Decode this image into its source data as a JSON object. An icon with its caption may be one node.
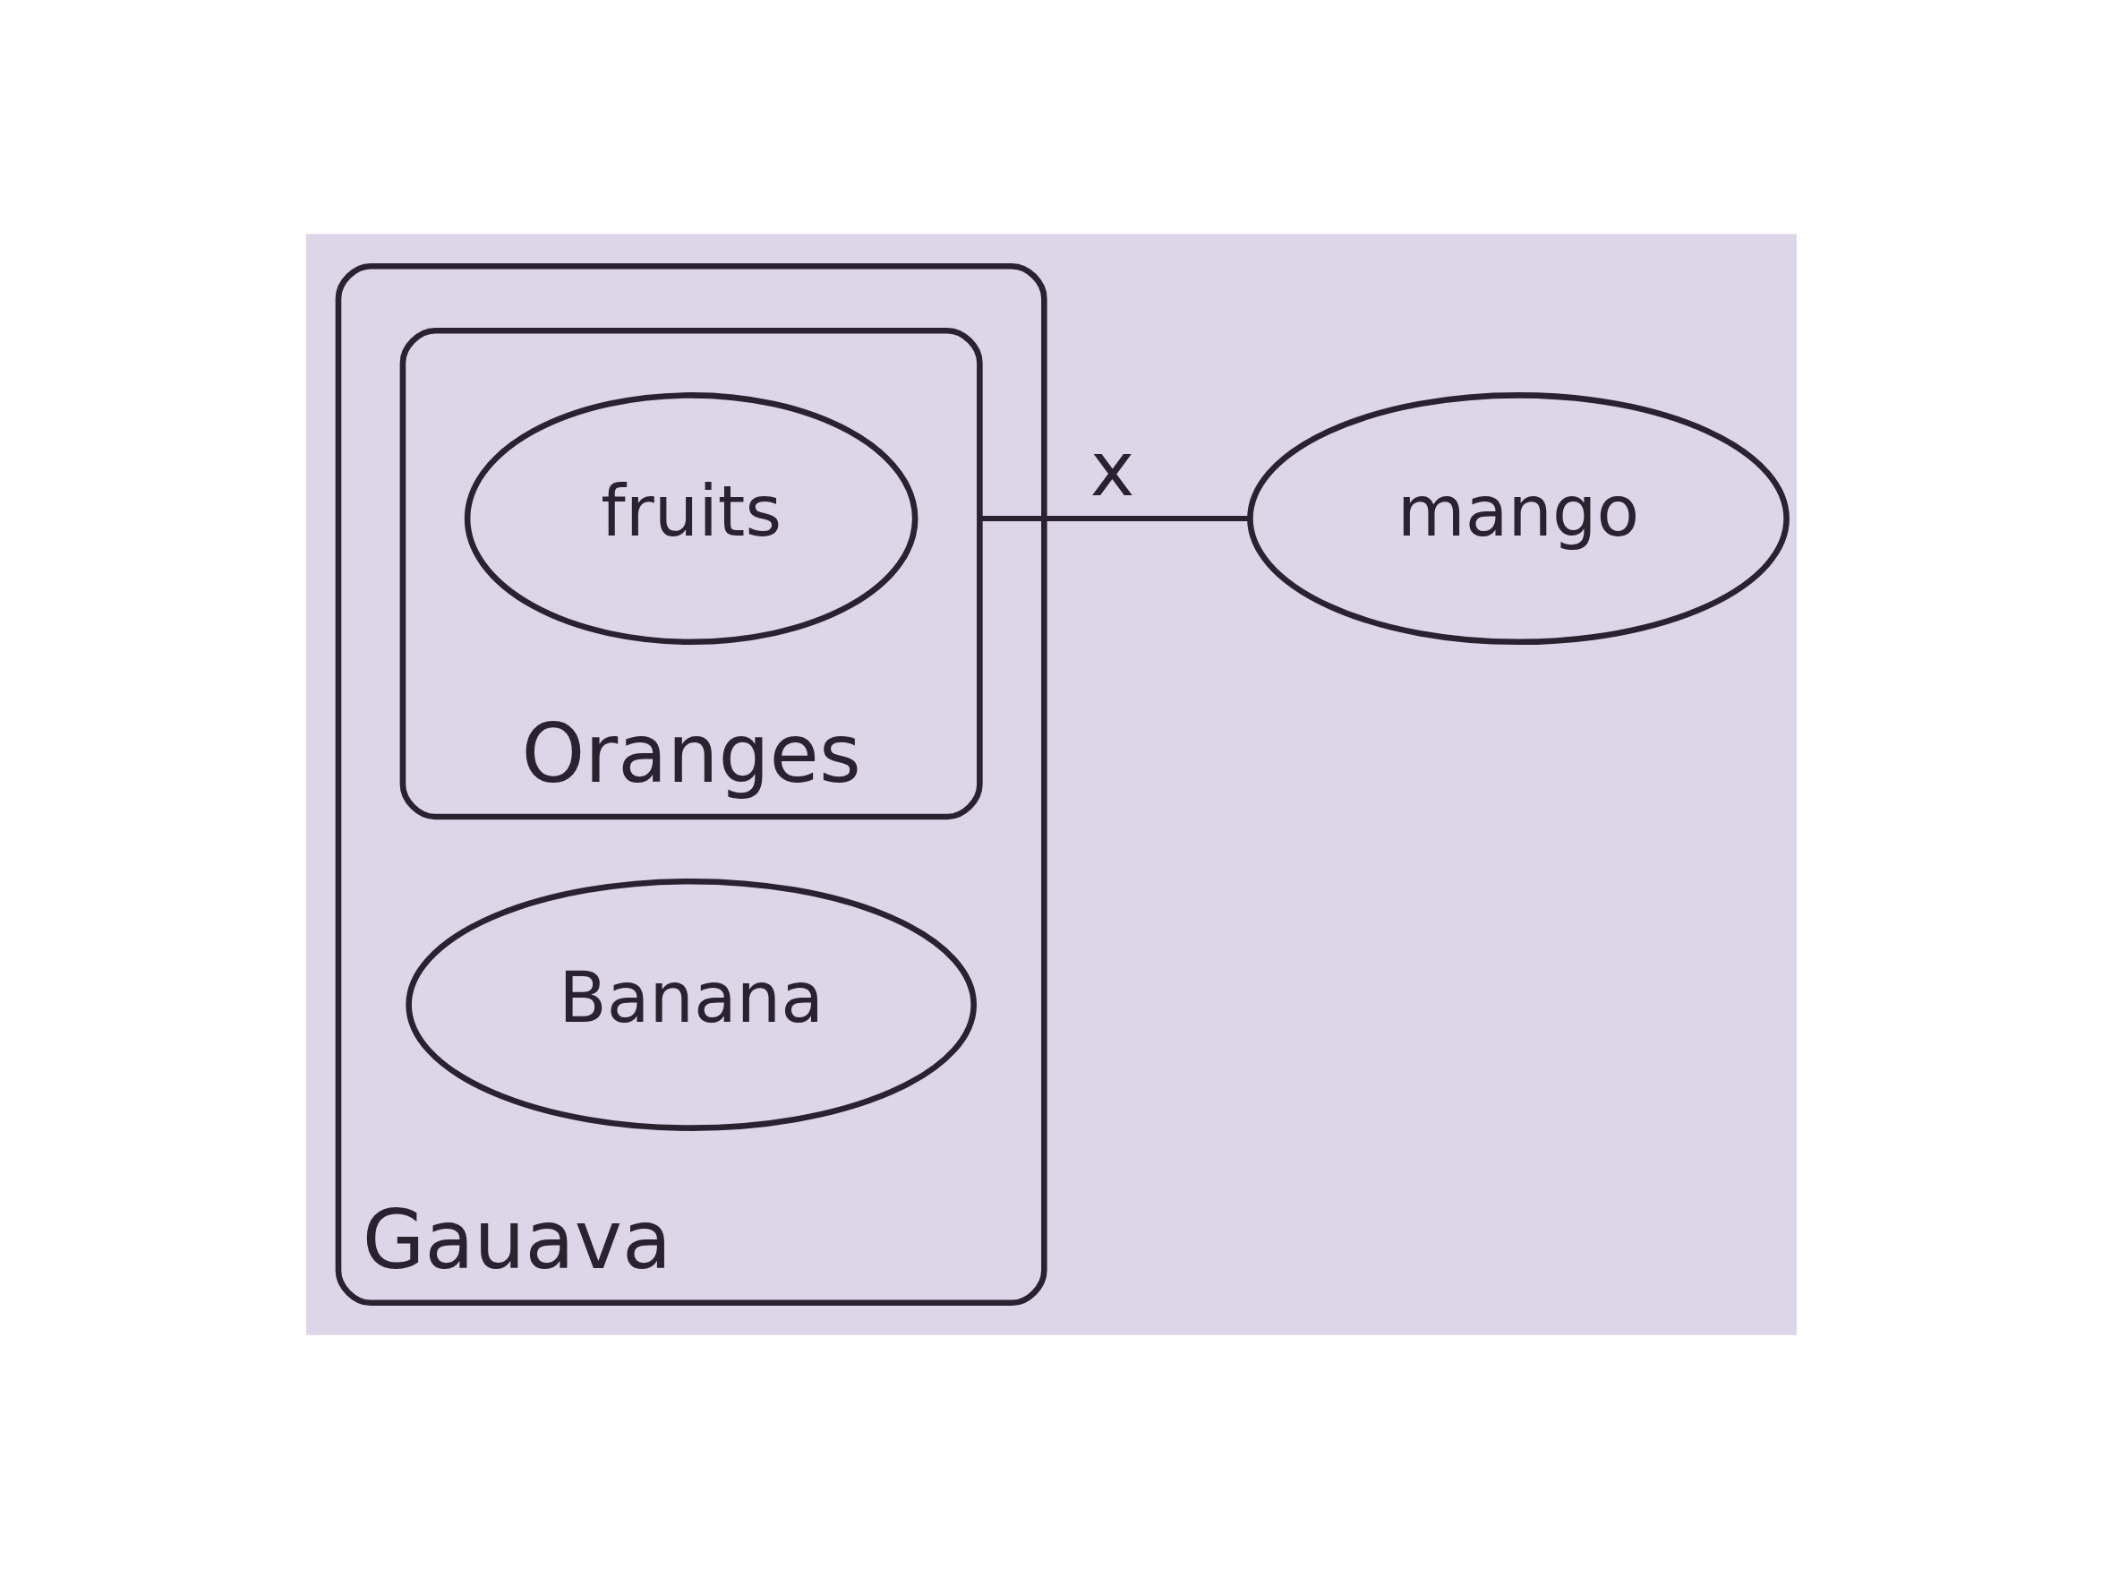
{
  "diagram": {
    "nodes": [
      {
        "text": [
          "Gauava"
        ]
      },
      {
        "text": [
          "Oranges"
        ],
        "in": 0
      },
      {
        "text": [
          "fruits"
        ],
        "in": 1
      },
      {
        "text": [
          "Banana"
        ],
        "in": 0
      },
      {
        "text": [
          "mango"
        ]
      }
    ],
    "edges": [
      {
        "from": 1,
        "to": 4,
        "arrow": "none",
        "label": "x"
      }
    ]
  }
}
